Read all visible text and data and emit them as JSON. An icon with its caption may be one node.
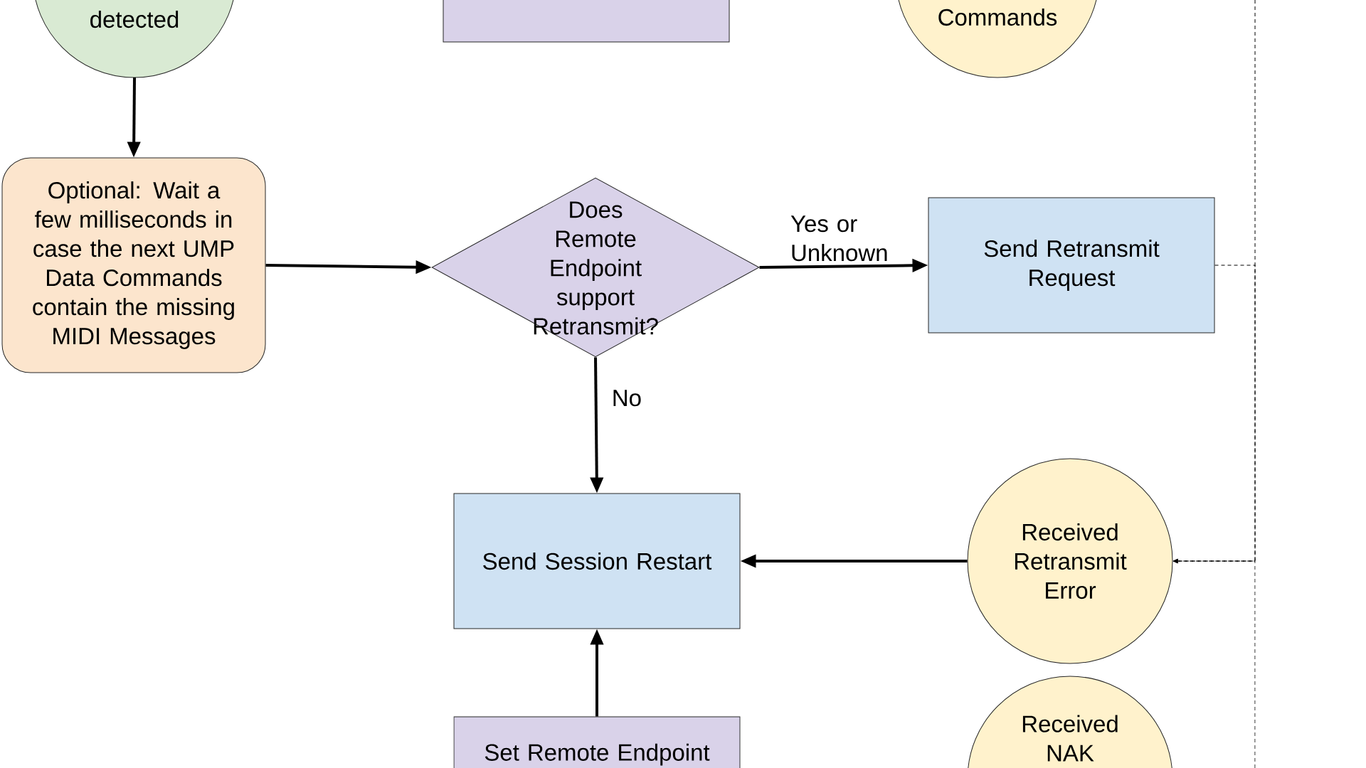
{
  "diagram": {
    "nodes": [
      {
        "text": [
          "detected"
        ]
      },
      {
        "text": [],
        "shape": "box"
      },
      {
        "text": [
          "Commands"
        ]
      },
      {
        "text": [
          "Optional: Wait a few milliseconds in case the next UMP Data Commands contain the missing MIDI Messages"
        ]
      },
      {
        "text": [
          "Does Remote Endpoint support Retransmit?"
        ]
      },
      {
        "text": [
          "Send Retransmit Request"
        ]
      },
      {
        "text": [
          "Send Session Restart"
        ]
      },
      {
        "text": [
          "Received Retransmit Error"
        ]
      },
      {
        "text": [
          "Set Remote Endpoint"
        ]
      },
      {
        "text": [
          "Received NAK"
        ]
      }
    ],
    "edges": [
      {
        "from": 0,
        "to": 3,
        "arrow": "to"
      },
      {
        "from": 3,
        "to": 4,
        "arrow": "to"
      },
      {
        "from": 4,
        "to": 5,
        "arrow": "to",
        "label": "Yes or Unknown"
      },
      {
        "from": 4,
        "to": 6,
        "arrow": "to",
        "label": "No"
      },
      {
        "from": 7,
        "to": 6,
        "arrow": "to"
      },
      {
        "from": 8,
        "to": 6,
        "arrow": "to"
      },
      {
        "from": 5,
        "to": 7,
        "arrow": "to",
        "style": "dashed"
      },
      {
        "from": null,
        "to": 7,
        "arrow": "to",
        "style": "dashed"
      },
      {
        "from": null,
        "to": 7,
        "arrow": "to",
        "style": "dashed"
      }
    ]
  }
}
